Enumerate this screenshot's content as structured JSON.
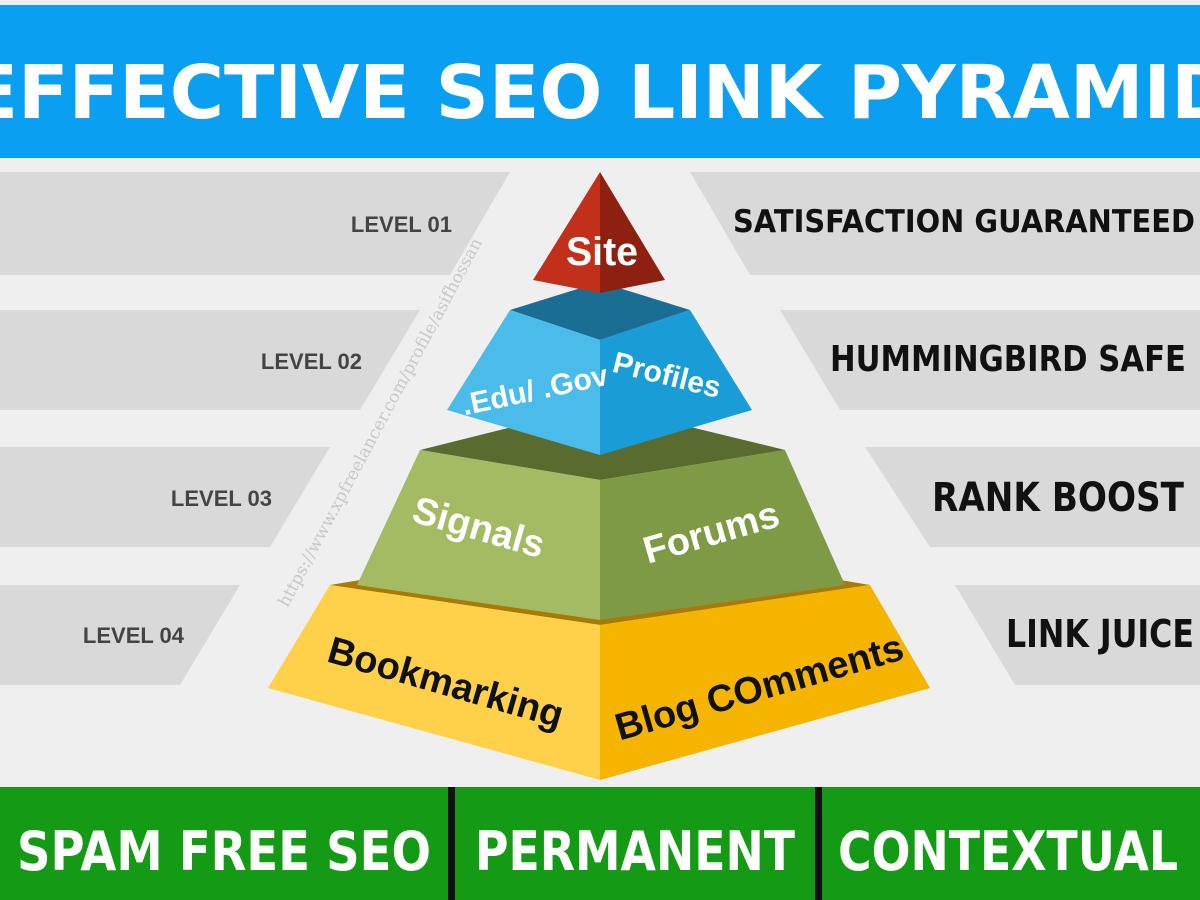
{
  "title": "EFFECTIVE SEO LINK PYRAMID",
  "levels": [
    "LEVEL 01",
    "LEVEL 02",
    "LEVEL 03",
    "LEVEL 04"
  ],
  "benefits": [
    "SATISFACTION GUARANTEED",
    "HUMMINGBIRD SAFE",
    "RANK BOOST",
    "LINK JUICE"
  ],
  "pyramid": {
    "tier1": "Site",
    "tier2_left": ".Edu/ .Gov",
    "tier2_right": "Profiles",
    "tier3_left": "Signals",
    "tier3_right": "Forums",
    "tier4_left": "Bookmarking",
    "tier4_right": "Blog COmments"
  },
  "watermark": "https://www.xpfreelancer.com/profile/asifhossan",
  "footer": [
    "SPAM FREE SEO",
    "PERMANENT",
    "CONTEXTUAL"
  ],
  "colors": {
    "header": "#0a9ff0",
    "footer": "#149a14"
  }
}
